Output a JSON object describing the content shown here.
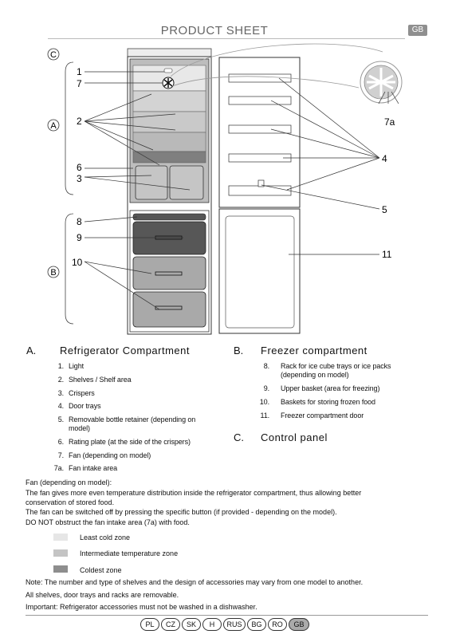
{
  "header": {
    "title": "PRODUCT SHEET",
    "lang_tag": "GB"
  },
  "diagram": {
    "callouts": {
      "C": "C",
      "A": "A",
      "B": "B",
      "n1": "1",
      "n7": "7",
      "n2": "2",
      "n6": "6",
      "n3": "3",
      "n8": "8",
      "n9": "9",
      "n10": "10",
      "n7a": "7a",
      "n4": "4",
      "n5": "5",
      "n11": "11"
    }
  },
  "section_a": {
    "letter": "A.",
    "title": "Refrigerator Compartment",
    "items": [
      {
        "num": "1.",
        "text": "Light"
      },
      {
        "num": "2.",
        "text": "Shelves / Shelf area"
      },
      {
        "num": "3.",
        "text": "Crispers"
      },
      {
        "num": "4.",
        "text": "Door trays"
      },
      {
        "num": "5.",
        "text": "Removable bottle retainer (depending on model)"
      },
      {
        "num": "6.",
        "text": "Rating plate (at the side of the crispers)"
      },
      {
        "num": "7.",
        "text": "Fan (depending on model)"
      },
      {
        "num": "7a.",
        "text": "Fan intake area"
      }
    ]
  },
  "section_b": {
    "letter": "B.",
    "title": "Freezer compartment",
    "items": [
      {
        "num": "8.",
        "text": "Rack for ice cube trays or ice packs (depending on model)"
      },
      {
        "num": "9.",
        "text": "Upper basket (area for freezing)"
      },
      {
        "num": "10.",
        "text": "Baskets for storing frozen food"
      },
      {
        "num": "11.",
        "text": "Freezer compartment door"
      }
    ]
  },
  "section_c": {
    "letter": "C.",
    "title": "Control panel"
  },
  "fan_notes": {
    "heading": "Fan (depending on model):",
    "line1": "The fan gives more even temperature distribution inside the refrigerator compartment, thus allowing better conservation of stored food.",
    "line2": "The fan can be switched off by pressing the specific button (if provided - depending on the model).",
    "line3": "DO NOT obstruct the fan intake area (7a) with food."
  },
  "zones": [
    {
      "label": "Least cold zone",
      "color": "#e6e6e6"
    },
    {
      "label": "Intermediate temperature zone",
      "color": "#c4c4c4"
    },
    {
      "label": "Coldest zone",
      "color": "#8e8e8e"
    }
  ],
  "notes": {
    "note": "Note: The number and type of shelves and the design of accessories may vary from one model to another.",
    "removable": "All shelves, door trays and racks are removable.",
    "important": "Important: Refrigerator accessories must not be washed in a dishwasher."
  },
  "languages": [
    "PL",
    "CZ",
    "SK",
    "H",
    "RUS",
    "BG",
    "RO",
    "GB"
  ],
  "active_language": "GB"
}
